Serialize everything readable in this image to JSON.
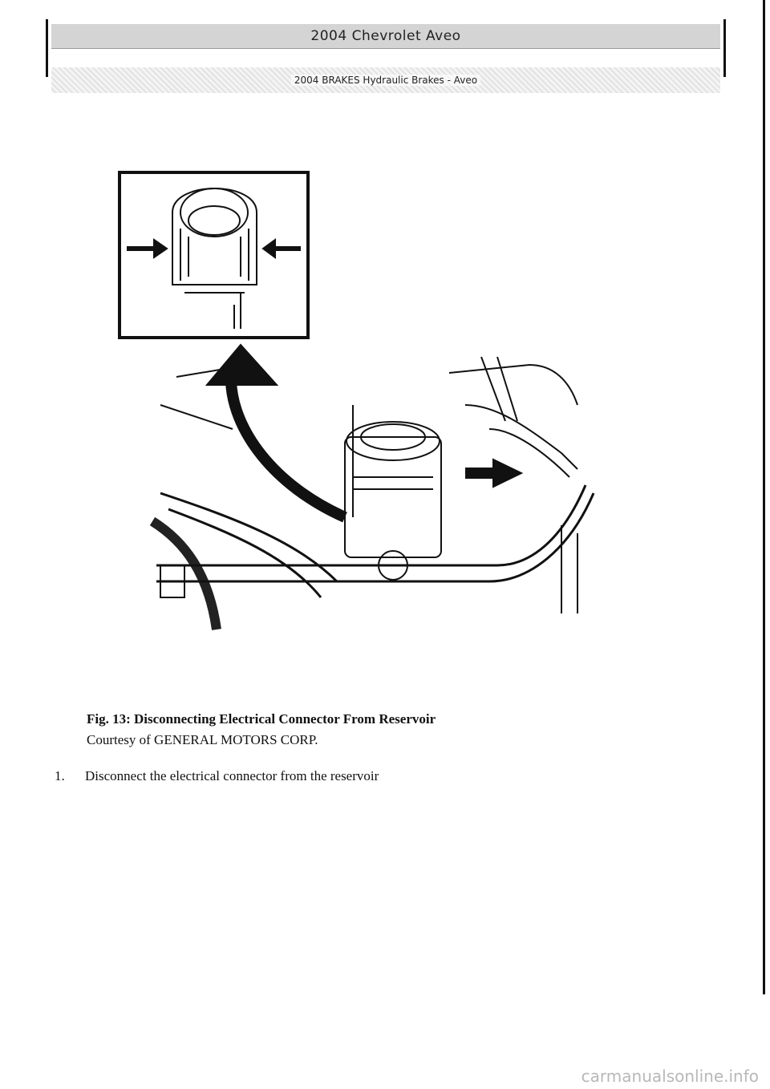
{
  "header": {
    "title": "2004 Chevrolet Aveo",
    "subtitle": "2004 BRAKES Hydraulic Brakes - Aveo"
  },
  "figure": {
    "caption_title": "Fig. 13: Disconnecting Electrical Connector From Reservoir",
    "caption_credit": "Courtesy of GENERAL MOTORS CORP."
  },
  "steps": [
    {
      "number": "1.",
      "text": "Disconnect the electrical connector from the reservoir"
    }
  ],
  "watermark": "carmanualsonline.info"
}
